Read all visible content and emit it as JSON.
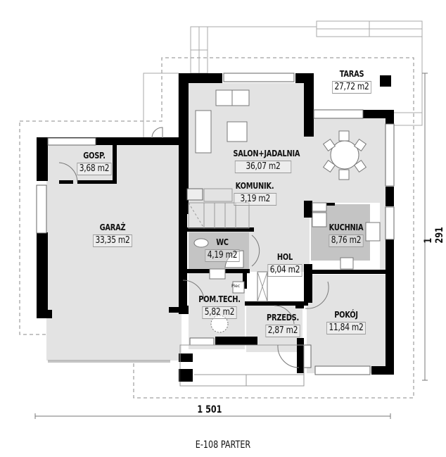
{
  "drawing": {
    "title": "E-108 PARTER",
    "dimensions": {
      "width_label": "1 501",
      "height_label": "1 291"
    }
  },
  "rooms": {
    "taras": {
      "name": "TARAS",
      "area": "27,72 m2"
    },
    "salon": {
      "name": "SALON+JADALNIA",
      "area": "36,07 m2"
    },
    "gosp": {
      "name": "GOSP.",
      "area": "3,68 m2"
    },
    "komunik": {
      "name": "KOMUNIK.",
      "area": "3,19 m2"
    },
    "garaz": {
      "name": "GARAŻ",
      "area": "33,35 m2"
    },
    "kuchnia": {
      "name": "KUCHNIA",
      "area": "8,76 m2"
    },
    "wc": {
      "name": "WC",
      "area": "4,19 m2"
    },
    "hol": {
      "name": "HOL",
      "area": "6,04 m2"
    },
    "pomtech": {
      "name": "POM.TECH.",
      "area": "5,82 m2"
    },
    "przeds": {
      "name": "PRZEDS.",
      "area": "2,87 m2"
    },
    "pokoj": {
      "name": "POKÓJ",
      "area": "11,84 m2"
    }
  },
  "fixtures": {
    "boiler_label": "Piec"
  },
  "colors": {
    "wall": "#000000",
    "floor": "#e3e3e3",
    "wet_floor": "#c4c4c4",
    "outline": "#9a9a9a"
  }
}
